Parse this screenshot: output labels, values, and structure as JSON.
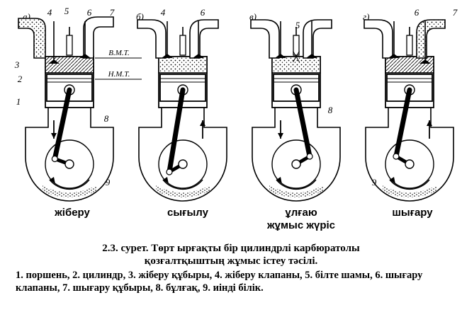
{
  "panels": [
    {
      "letter": "а)",
      "stage": "жіберу",
      "stage_line2": "",
      "numbers": {
        "n1": "1",
        "n2": "2",
        "n3": "3",
        "n4": "4",
        "n5": "5",
        "n6": "6",
        "n7": "7",
        "n8": "8",
        "n9": "9"
      },
      "dead_center": {
        "top": "В.М.Т.",
        "bottom": "Н.М.Т."
      }
    },
    {
      "letter": "б)",
      "stage": "сығылу",
      "stage_line2": "",
      "numbers": {
        "n4": "4",
        "n6": "6"
      }
    },
    {
      "letter": "в)",
      "stage": "ұлғаю",
      "stage_line2": "жұмыс жүріс",
      "numbers": {
        "n5": "5",
        "n8": "8"
      }
    },
    {
      "letter": "г)",
      "stage": "шығару",
      "stage_line2": "",
      "numbers": {
        "n6": "6",
        "n7": "7",
        "n9": "9"
      }
    }
  ],
  "caption": {
    "line1": "2.3. сурет. Төрт ырғақты бір цилиндрлі карбюратолы",
    "line2": "қозғалтқыштың жұмыс істеу тәсілі.",
    "legend": "1. поршень, 2. цилиндр, 3. жіберу құбыры, 4. жіберу клапаны, 5. білте шамы,  6. шығару клапаны, 7. шығару құбыры, 8. бұлғақ, 9. иінді білік."
  }
}
